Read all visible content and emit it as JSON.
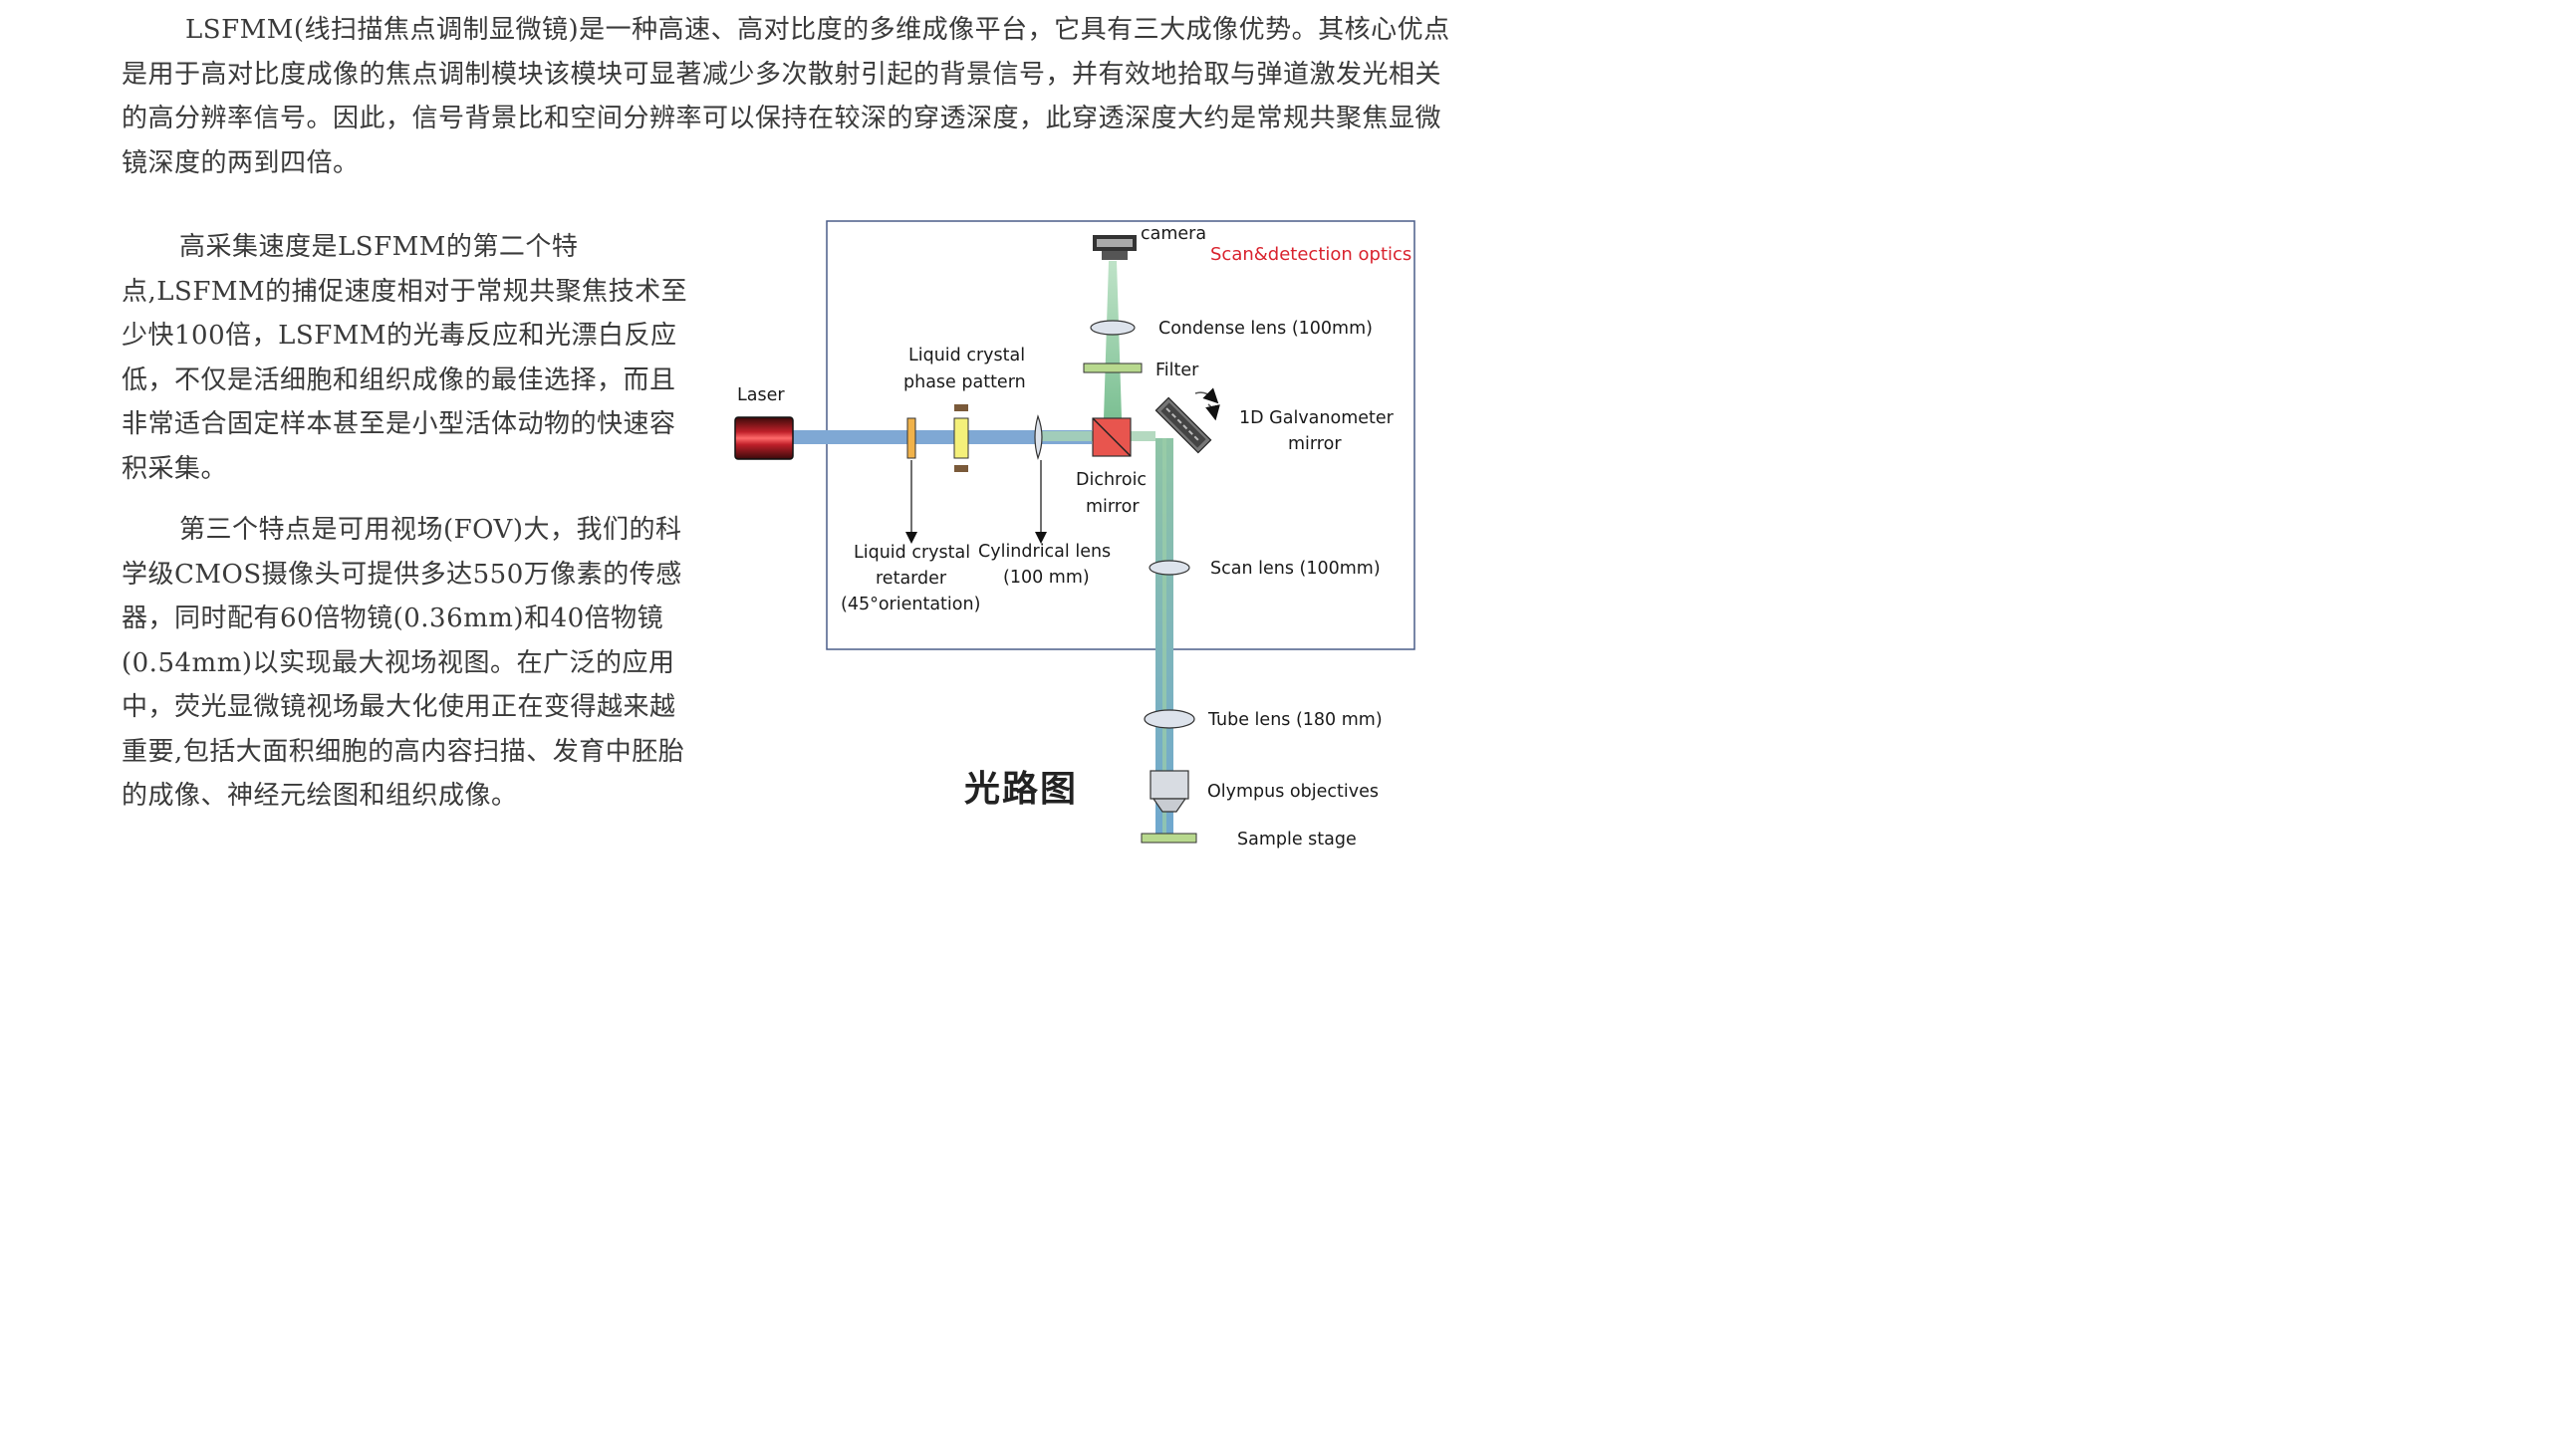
{
  "intro": "LSFMM(线扫描焦点调制显微镜)是一种高速、高对比度的多维成像平台，它具有三大成像优势。其核心优点是用于高对比度成像的焦点调制模块该模块可显著减少多次散射引起的背景信号，并有效地拾取与弹道激发光相关的高分辨率信号。因此，信号背景比和空间分辨率可以保持在较深的穿透深度，此穿透深度大约是常规共聚焦显微镜深度的两到四倍。",
  "feature_two": "高采集速度是LSFMM的第二个特点,LSFMM的捕促速度相对于常规共聚焦技术至少快100倍，LSFMM的光毒反应和光漂白反应低，不仅是活细胞和组织成像的最佳选择，而且非常适合固定样本甚至是小型活体动物的快速容积采集。",
  "feature_three": "第三个特点是可用视场(FOV)大，我们的科学级CMOS摄像头可提供多达550万像素的传感器，同时配有60倍物镜(0.36mm)和40倍物镜(0.54mm)以实现最大视场视图。在广泛的应用中，荧光显微镜视场最大化使用正在变得越来越重要,包括大面积细胞的高内容扫描、发育中胚胎的成像、神经元绘图和组织成像。",
  "diagram": {
    "box_title": "Scan&detection optics",
    "camera": "camera",
    "condense_lens": "Condense lens (100mm)",
    "filter": "Filter",
    "lc_phase_line1": "Liquid crystal",
    "lc_phase_line2": "phase pattern",
    "laser": "Laser",
    "galvo_line1": "1D Galvanometer",
    "galvo_line2": "mirror",
    "dichroic_line1": "Dichroic",
    "dichroic_line2": "mirror",
    "lc_retarder_line1": "Liquid crystal",
    "lc_retarder_line2": "retarder",
    "lc_retarder_line3": "(45°orientation)",
    "cyl_lens_line1": "Cylindrical lens",
    "cyl_lens_line2": "(100 mm)",
    "scan_lens": "Scan lens (100mm)",
    "tube_lens": "Tube lens (180 mm)",
    "objectives": "Olympus objectives",
    "sample_stage": "Sample stage"
  },
  "caption": "光路图",
  "colors": {
    "title_red": "#d9232e",
    "beam_blue": "#7fa8d4",
    "beam_green": "#9ccfa8",
    "box_border": "#4a5d88"
  }
}
